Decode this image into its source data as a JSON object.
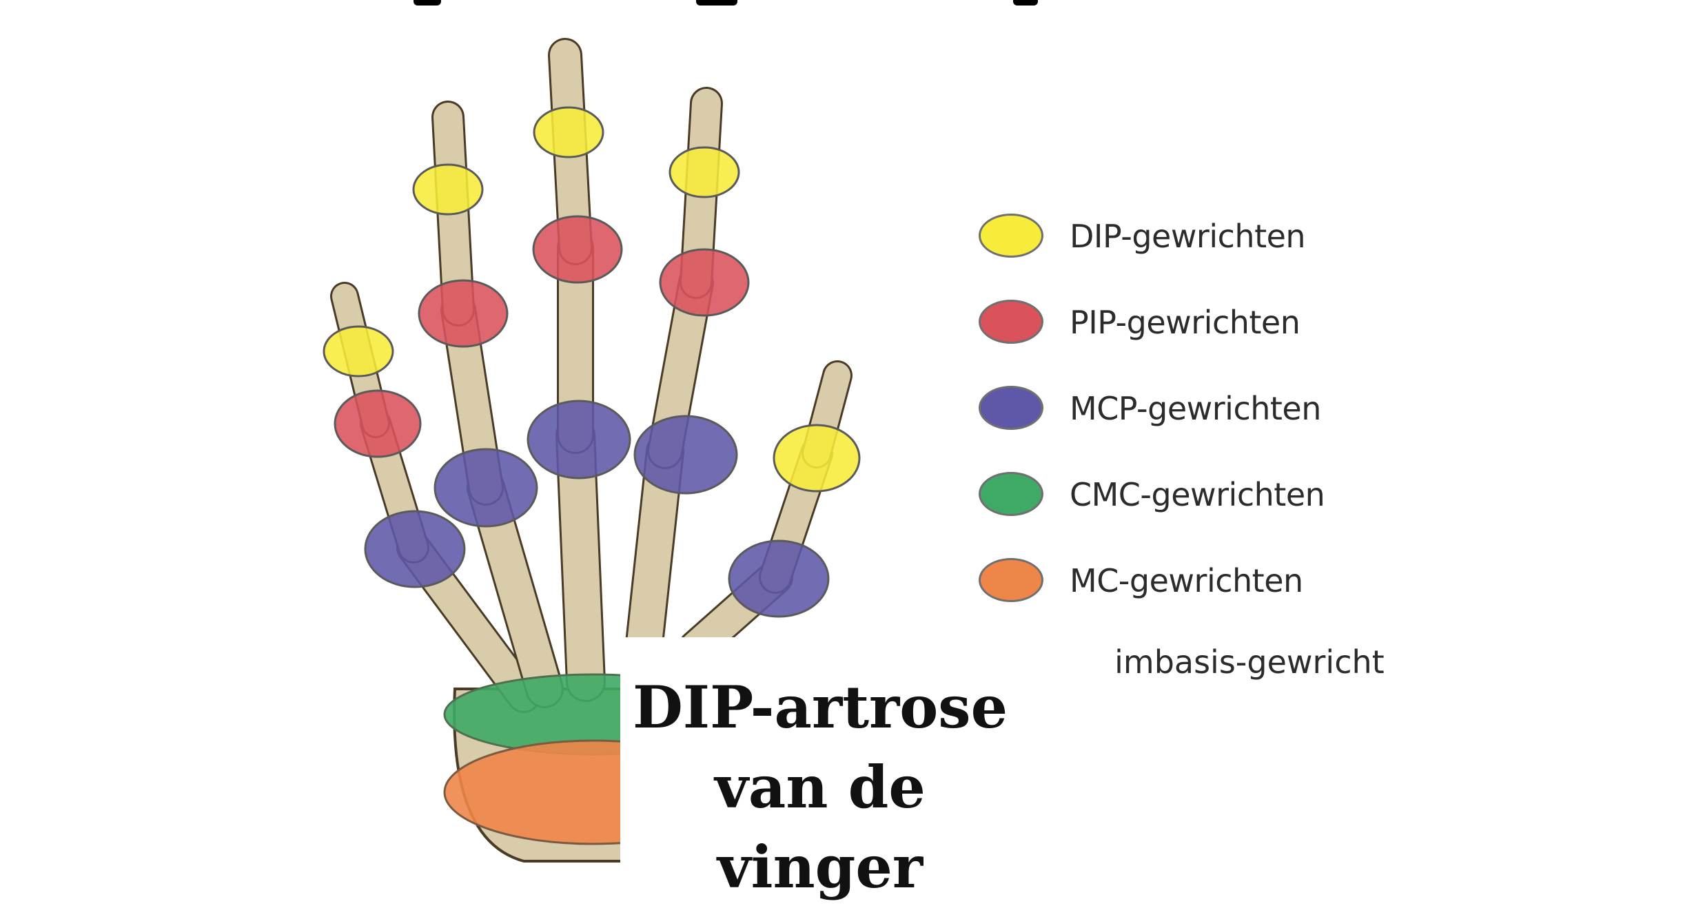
{
  "legend": [
    {
      "label": "DIP-gewrichten",
      "color": "#f7ec3a"
    },
    {
      "label": "PIP-gewrichten",
      "color": "#d9525c"
    },
    {
      "label": "MCP-gewrichten",
      "color": "#5f58a8"
    },
    {
      "label": "CMC-gewrichten",
      "color": "#3faa65"
    },
    {
      "label": "MC-gewrichten",
      "color": "#ee8649"
    }
  ],
  "legend_partial": ")uimbasis-gewricht",
  "caption": {
    "line1": "DIP-artrose",
    "line2": "van de vinger"
  },
  "colors": {
    "bone": "#d9ccab",
    "bone_outline": "#4a3b26",
    "dip": "#f7ec3a",
    "pip": "#d9525c",
    "mcp": "#5f58a8",
    "cmc": "#3faa65",
    "mc": "#ee8649"
  }
}
